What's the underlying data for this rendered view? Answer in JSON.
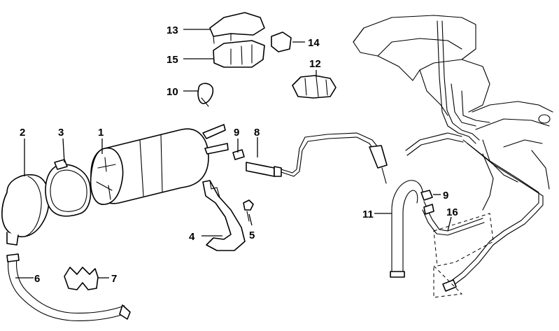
{
  "callouts": {
    "c1": "1",
    "c2": "2",
    "c3": "3",
    "c4": "4",
    "c5": "5",
    "c6": "6",
    "c7": "7",
    "c8": "8",
    "c9a": "9",
    "c9b": "9",
    "c10": "10",
    "c11": "11",
    "c12": "12",
    "c13": "13",
    "c14": "14",
    "c15": "15",
    "c16": "16"
  },
  "colors": {
    "line": "#000000",
    "background": "#ffffff"
  }
}
